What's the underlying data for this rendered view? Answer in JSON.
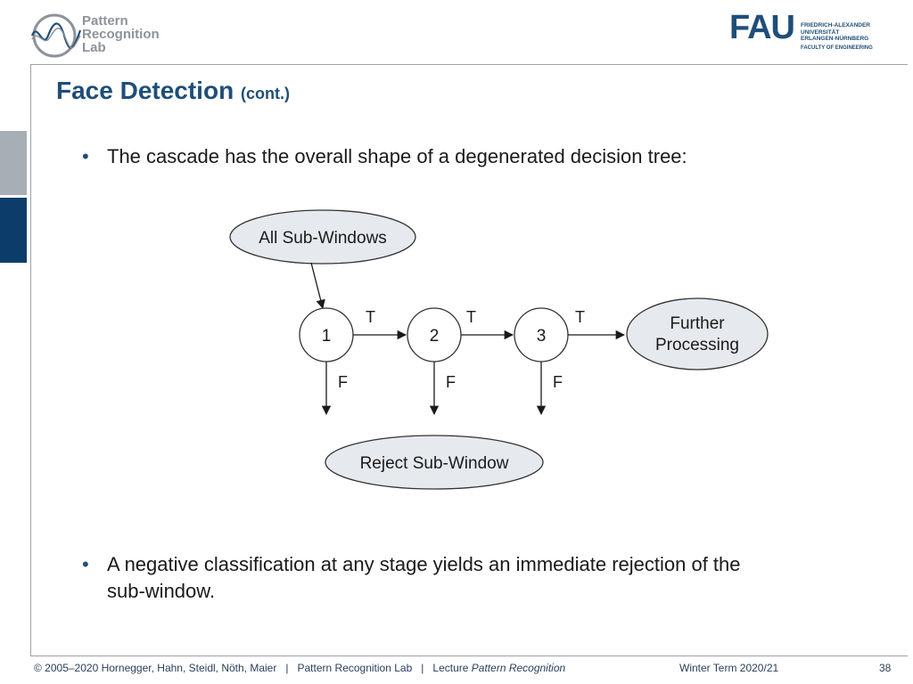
{
  "header": {
    "lab_name_line1": "Pattern",
    "lab_name_line2": "Recognition",
    "lab_name_line3": "Lab",
    "fau_mark": "FAU",
    "fau_uni_line1": "FRIEDRICH-ALEXANDER",
    "fau_uni_line2": "UNIVERSITÄT",
    "fau_uni_line3": "ERLANGEN-NÜRNBERG",
    "fau_faculty": "FACULTY OF ENGINEERING"
  },
  "slide": {
    "title": "Face Detection",
    "title_suffix": "(cont.)",
    "bullets": [
      {
        "lines": [
          "The cascade has the overall shape of a degenerated decision tree:"
        ]
      },
      {
        "lines": [
          "A negative classification at any stage yields an immediate rejection of the",
          "sub-window."
        ]
      }
    ]
  },
  "diagram": {
    "start_node": "All Sub-Windows",
    "stages": [
      "1",
      "2",
      "3"
    ],
    "true_label": "T",
    "false_label": "F",
    "end_node_line1": "Further",
    "end_node_line2": "Processing",
    "reject_node": "Reject Sub-Window"
  },
  "footer": {
    "credits": "© 2005–2020 Hornegger, Hahn, Steidl, Nöth, Maier",
    "sep": "|",
    "lab": "Pattern Recognition Lab",
    "lecture_prefix": "Lecture",
    "lecture_name": "Pattern Recognition",
    "term": "Winter Term 2020/21",
    "page": "38"
  },
  "colors": {
    "accent": "#1f4e79",
    "node_fill": "#e6e9ee",
    "side_tab_gray": "#a7aeb6",
    "side_tab_blue": "#0b3c6a"
  }
}
